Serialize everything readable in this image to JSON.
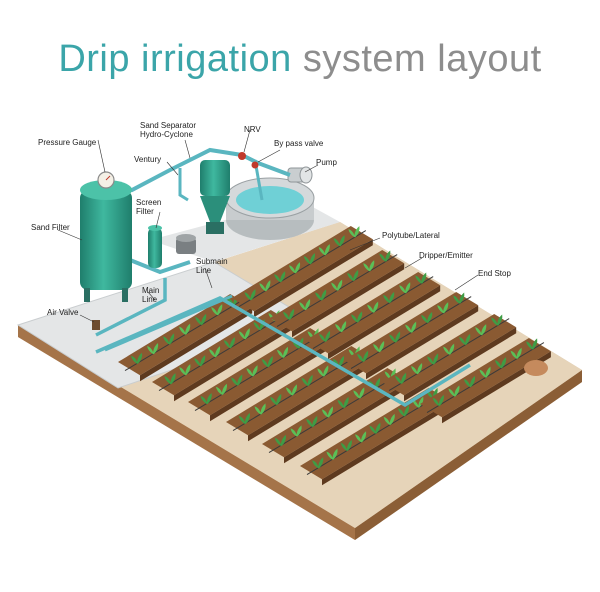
{
  "title": {
    "part1": "Drip irrigation",
    "part2": "system layout"
  },
  "labels": {
    "pressure_gauge": "Pressure Gauge",
    "sand_separator_1": "Sand Separator",
    "sand_separator_2": "Hydro-Cyclone",
    "nrv": "NRV",
    "bypass_valve": "By pass valve",
    "pump": "Pump",
    "ventury": "Ventury",
    "screen_filter_1": "Screen",
    "screen_filter_2": "Filter",
    "sand_filter": "Sand Filter",
    "submain_line_1": "Submain",
    "submain_line_2": "Line",
    "main_line_1": "Main",
    "main_line_2": "Line",
    "air_valve": "Air Valve",
    "polytube": "Polytube/Lateral",
    "dripper": "Dripper/Emitter",
    "end_stop": "End Stop"
  },
  "colors": {
    "title_accent": "#3ba5a9",
    "title_gray": "#8d8d8d",
    "equipment": "#2f9e8a",
    "pipe": "#5ab6c0",
    "soil": "#8a5a32",
    "plant": "#4caf50"
  }
}
